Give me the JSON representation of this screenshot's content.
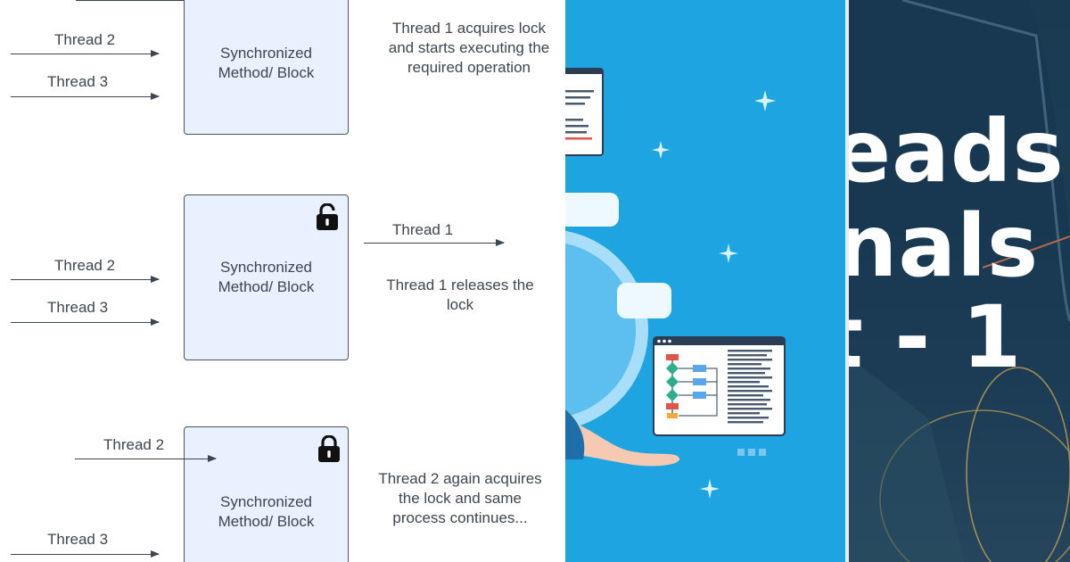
{
  "diagram": {
    "sections": [
      {
        "box_label": "Synchronized Method/ Block",
        "thread_labels": [
          "Thread 2",
          "Thread 3"
        ],
        "description": "Thread 1 acquires lock and starts executing the required operation"
      },
      {
        "box_label": "Synchronized Method/ Block",
        "thread_labels": [
          "Thread 2",
          "Thread 3"
        ],
        "outgoing_label": "Thread 1",
        "description": "Thread 1 releases the lock",
        "lock_state": "unlocked"
      },
      {
        "box_label": "Synchronized Method/ Block",
        "thread_labels": [
          "Thread 2",
          "Thread 3"
        ],
        "description": "Thread 2 again acquires the lock and same process continues...",
        "lock_state": "locked"
      }
    ]
  },
  "title_panel": {
    "lines": [
      "eads",
      "nals",
      "t - 1"
    ]
  },
  "colors": {
    "box_fill": "#e8f1fd",
    "text": "#3d4650",
    "illustration_bg": "#1ea4e0",
    "title_bg": "#1a3a52"
  }
}
